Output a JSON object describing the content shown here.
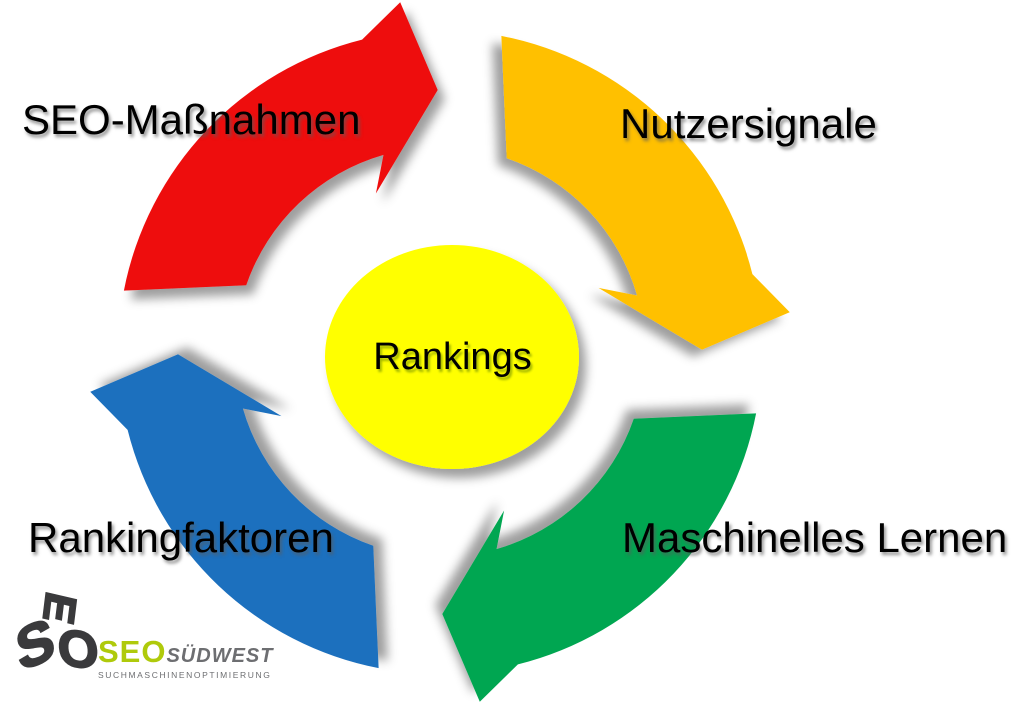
{
  "cycle": {
    "center": {
      "label": "Rankings",
      "fill": "#FFFF00"
    },
    "arrows": [
      {
        "id": "seo-massnahmen",
        "label": "SEO-Maßnahmen",
        "color": "#EE1111",
        "position": "top-left"
      },
      {
        "id": "nutzersignale",
        "label": "Nutzersignale",
        "color": "#FFC000",
        "position": "top-right"
      },
      {
        "id": "maschinelles-lernen",
        "label": "Maschinelles Lernen",
        "color": "#00A651",
        "position": "bottom-right"
      },
      {
        "id": "rankingfaktoren",
        "label": "Rankingfaktoren",
        "color": "#1B6FBE",
        "position": "bottom-left"
      }
    ],
    "direction": "clockwise"
  },
  "logo": {
    "cube": {
      "top": "E",
      "left": "S",
      "right": "O"
    },
    "brand_primary": "SEO",
    "brand_secondary": "SÜDWEST",
    "tagline": "SUCHMASCHINENOPTIMIERUNG",
    "primary_color": "#AFCA0B",
    "secondary_color": "#6D6E71"
  }
}
